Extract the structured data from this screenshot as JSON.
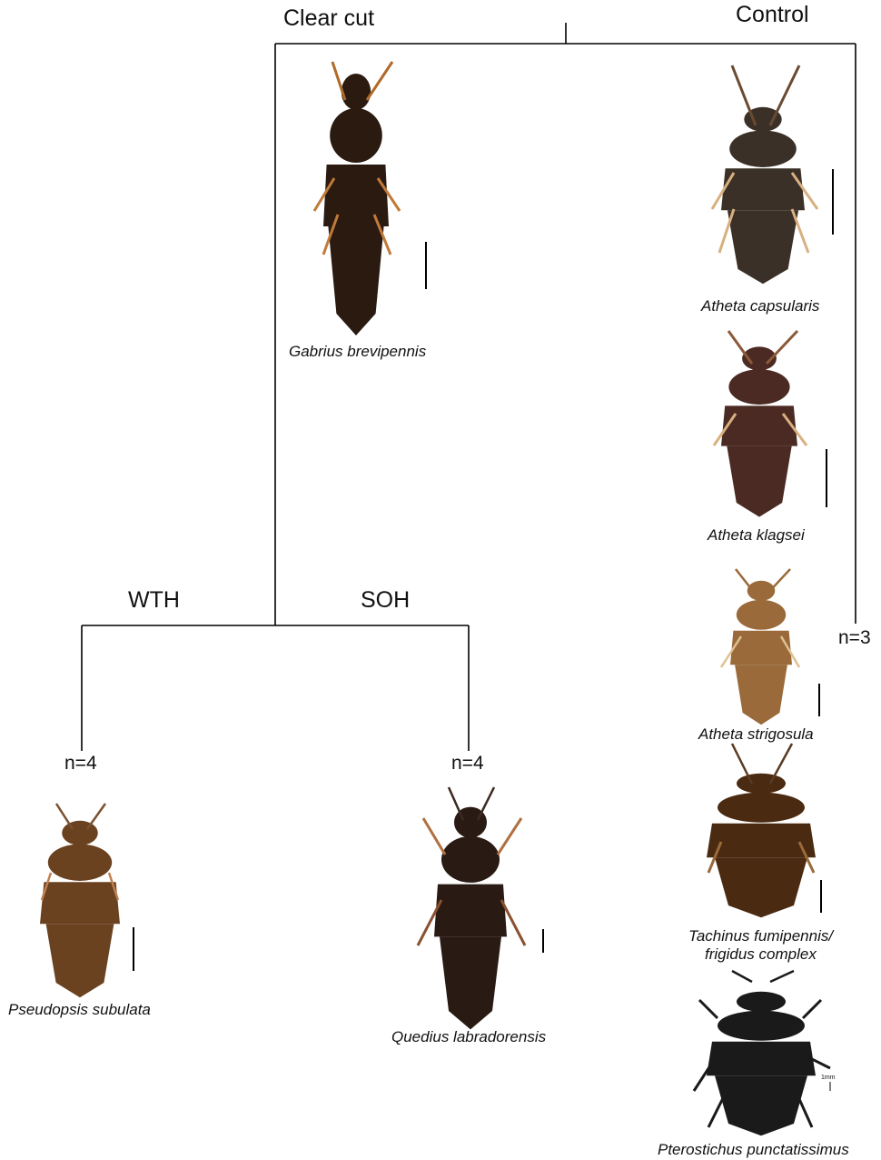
{
  "groups": {
    "clear_cut": "Clear cut",
    "control": "Control",
    "wth": "WTH",
    "soh": "SOH"
  },
  "counts": {
    "wth": "n=4",
    "soh": "n=4",
    "control": "n=3"
  },
  "species": {
    "gabrius": "Gabrius brevipennis",
    "capsularis": "Atheta capsularis",
    "klagsei": "Atheta klagsei",
    "strigosula": "Atheta strigosula",
    "tachinus_1": "Tachinus fumipennis/",
    "tachinus_2": "frigidus complex",
    "pterostichus": "Pterostichus punctatissimus",
    "pseudopsis": "Pseudopsis subulata",
    "quedius": "Quedius labradorensis"
  },
  "scale_label": "1mm"
}
